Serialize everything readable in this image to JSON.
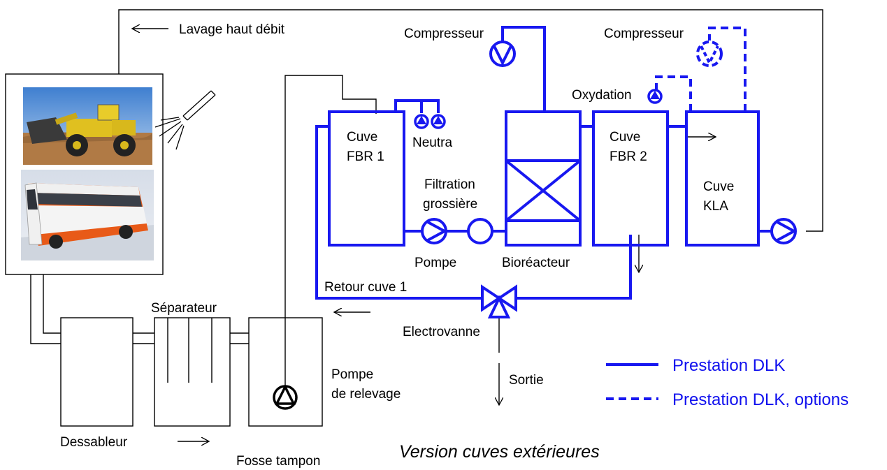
{
  "labels": {
    "high_flow_wash": "Lavage haut débit",
    "compressor_1": "Compresseur",
    "compressor_2": "Compresseur",
    "oxidation": "Oxydation",
    "tank_fbr1_l1": "Cuve",
    "tank_fbr1_l2": "FBR 1",
    "neutra": "Neutra",
    "filtration_l1": "Filtration",
    "filtration_l2": "grossière",
    "pump": "Pompe",
    "bioreactor": "Bioréacteur",
    "tank_fbr2_l1": "Cuve",
    "tank_fbr2_l2": "FBR 2",
    "tank_kla_l1": "Cuve",
    "tank_kla_l2": "KLA",
    "return_tank1": "Retour cuve 1",
    "separator": "Séparateur",
    "solenoid_valve": "Electrovanne",
    "outlet": "Sortie",
    "lift_pump_l1": "Pompe",
    "lift_pump_l2": "de relevage",
    "sand_trap": "Dessableur",
    "buffer_pit": "Fosse tampon",
    "version_caption": "Version cuves extérieures"
  },
  "legend": {
    "solid_label": "Prestation DLK",
    "dashed_label": "Prestation DLK, options"
  },
  "colors": {
    "line_blue": "#1818f0",
    "legend_text": "#1010ee",
    "black": "#000000"
  },
  "icons": {
    "loader_photo": "wheel-loader-photo",
    "bus_photo": "bus-photo",
    "spray_nozzle": "spray-nozzle-icon"
  }
}
